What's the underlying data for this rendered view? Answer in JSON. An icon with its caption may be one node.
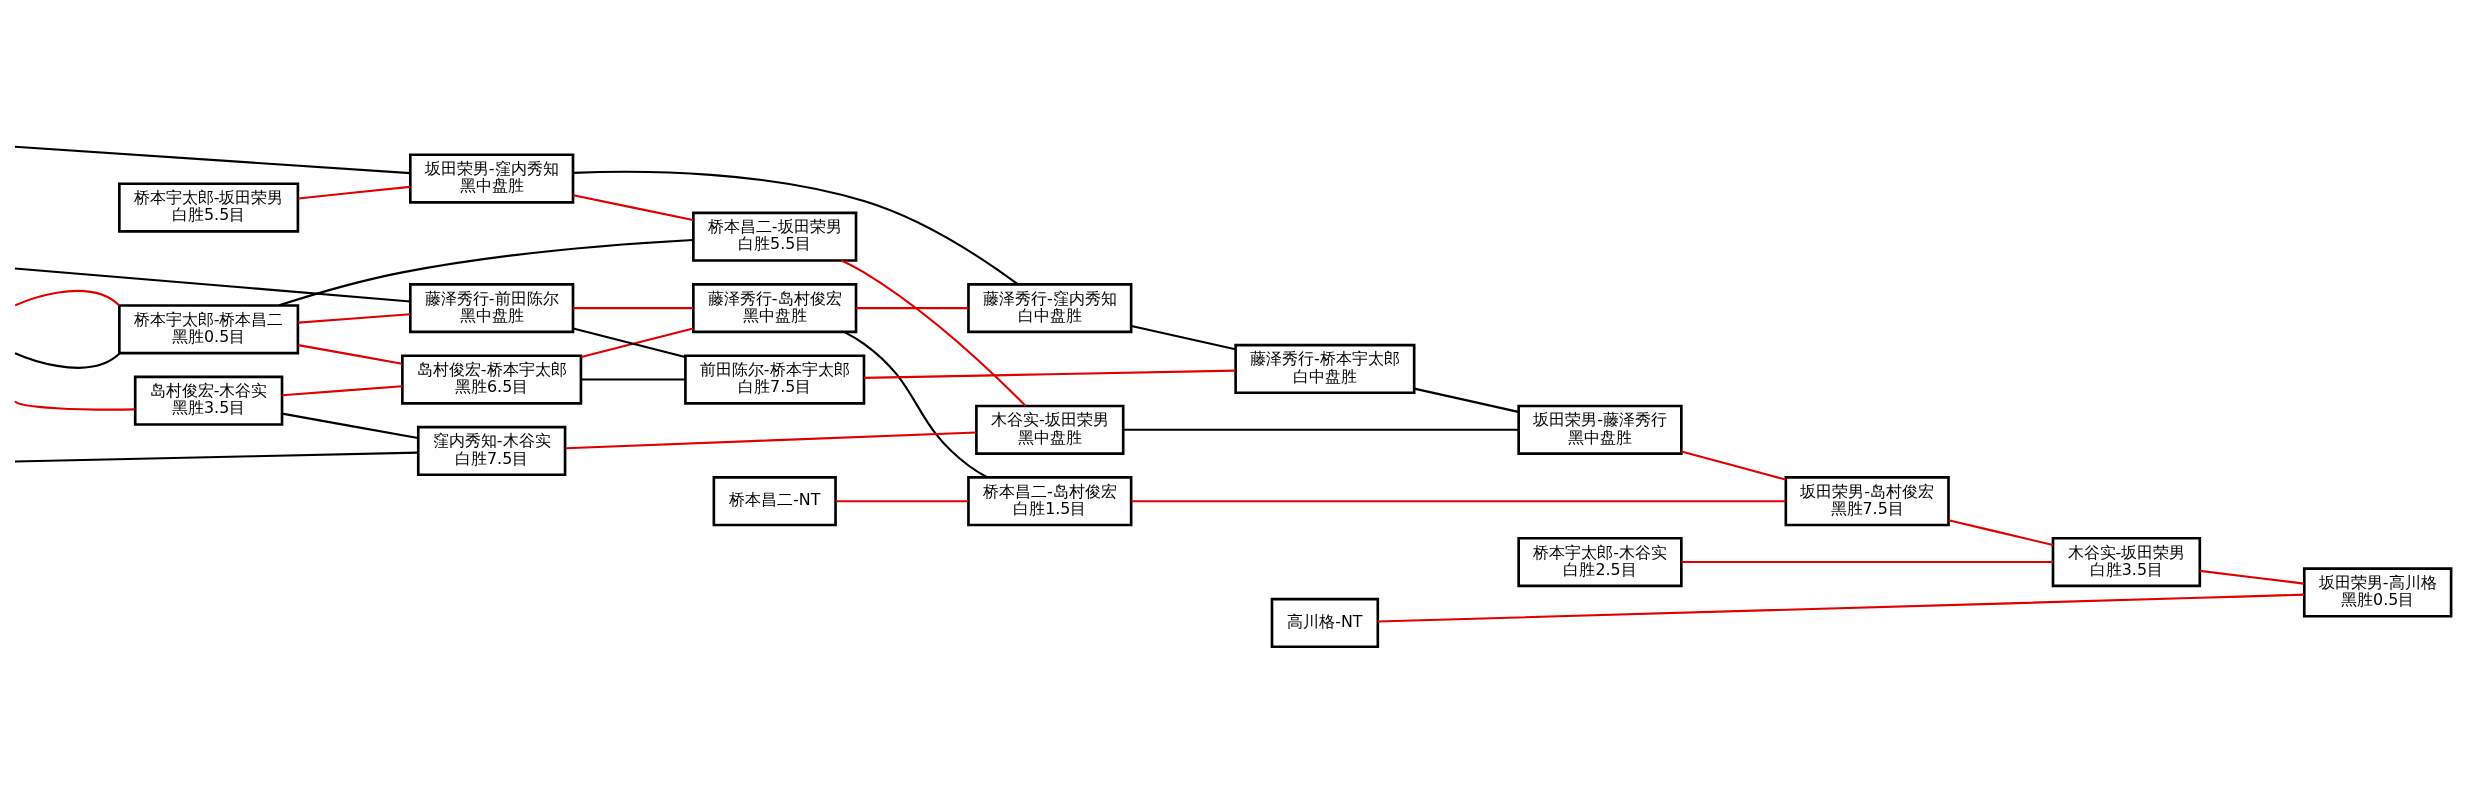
{
  "diagram": {
    "nodes": [
      {
        "text": [
          "岛村俊宏-木谷实",
          "黑胜3.5目"
        ]
      },
      {
        "text": [
          "桥本宇太郎-坂田荣男",
          "白胜5.5目"
        ]
      },
      {
        "text": [
          "桥本宇太郎-桥本昌二",
          "黑胜0.5目"
        ]
      },
      {
        "text": [
          "岛村俊宏-桥本宇太郎",
          "黑胜6.5目"
        ]
      },
      {
        "text": [
          "藤泽秀行-前田陈尔",
          "黑中盘胜"
        ]
      },
      {
        "text": [
          "坂田荣男-窪内秀知",
          "黑中盘胜"
        ]
      },
      {
        "text": [
          "藤泽秀行-岛村俊宏",
          "黑中盘胜"
        ]
      },
      {
        "text": [
          "窪内秀知-木谷实",
          "白胜7.5目"
        ]
      },
      {
        "text": [
          "桥本昌二-坂田荣男",
          "白胜5.5目"
        ]
      },
      {
        "text": [
          "前田陈尔-桥本宇太郎",
          "白胜7.5目"
        ]
      },
      {
        "text": [
          "藤泽秀行-窪内秀知",
          "白中盘胜"
        ]
      },
      {
        "text": [
          "木谷实-坂田荣男",
          "黑中盘胜"
        ]
      },
      {
        "text": [
          "藤泽秀行-桥本宇太郎",
          "白中盘胜"
        ]
      },
      {
        "text": [
          "桥本昌二-NT"
        ]
      },
      {
        "text": [
          "坂田荣男-藤泽秀行",
          "黑中盘胜"
        ]
      },
      {
        "text": [
          "桥本昌二-岛村俊宏",
          "白胜1.5目"
        ]
      },
      {
        "text": [
          "坂田荣男-岛村俊宏",
          "黑胜7.5目"
        ]
      },
      {
        "text": [
          "桥本宇太郎-木谷实",
          "白胜2.5目"
        ]
      },
      {
        "text": [
          "木谷实-坂田荣男",
          "白胜3.5目"
        ]
      },
      {
        "text": [
          "高川格-NT"
        ]
      },
      {
        "text": [
          "坂田荣男-高川格",
          "黑胜0.5目"
        ]
      }
    ],
    "edges": [
      {
        "from": null,
        "to": 0,
        "arrow": "none"
      },
      {
        "from": null,
        "to": 7,
        "arrow": "none",
        "color": "#000000"
      },
      {
        "from": null,
        "to": 5,
        "arrow": "none",
        "color": "#000000"
      },
      {
        "from": null,
        "to": 2,
        "arrow": "none",
        "color": "#000000"
      },
      {
        "from": null,
        "to": 2,
        "arrow": "none"
      },
      {
        "from": null,
        "to": 4,
        "arrow": "none",
        "color": "#000000"
      },
      {
        "from": 0,
        "to": 7,
        "arrow": "none",
        "color": "#000000"
      },
      {
        "from": 0,
        "to": 3,
        "arrow": "none"
      },
      {
        "from": 1,
        "to": 5,
        "arrow": "none"
      },
      {
        "from": 2,
        "to": 8,
        "arrow": "none",
        "color": "#000000"
      },
      {
        "from": 2,
        "to": 3,
        "arrow": "none"
      },
      {
        "from": 2,
        "to": 4,
        "arrow": "none"
      },
      {
        "from": 3,
        "to": 9,
        "arrow": "none",
        "color": "#000000"
      },
      {
        "from": 3,
        "to": 6,
        "arrow": "none"
      },
      {
        "from": 4,
        "to": 9,
        "arrow": "none",
        "color": "#000000"
      },
      {
        "from": 4,
        "to": 6,
        "arrow": "none"
      },
      {
        "from": 5,
        "to": 8,
        "arrow": "none"
      },
      {
        "from": 5,
        "to": 10,
        "arrow": "none",
        "color": "#000000"
      },
      {
        "from": 6,
        "to": 10,
        "arrow": "none"
      },
      {
        "from": 6,
        "to": 15,
        "arrow": "none",
        "color": "#000000"
      },
      {
        "from": 7,
        "to": 11,
        "arrow": "none"
      },
      {
        "from": 8,
        "to": 11,
        "arrow": "none"
      },
      {
        "from": 9,
        "to": 12,
        "arrow": "none"
      },
      {
        "from": 10,
        "to": 12,
        "arrow": "none",
        "color": "#000000"
      },
      {
        "from": 11,
        "to": 14,
        "arrow": "none",
        "color": "#000000"
      },
      {
        "from": 12,
        "to": 14,
        "arrow": "none",
        "color": "#000000"
      },
      {
        "from": 13,
        "to": 15,
        "arrow": "none"
      },
      {
        "from": 14,
        "to": 16,
        "arrow": "none"
      },
      {
        "from": 15,
        "to": 16,
        "arrow": "none"
      },
      {
        "from": 16,
        "to": 18,
        "arrow": "none"
      },
      {
        "from": 17,
        "to": 18,
        "arrow": "none"
      },
      {
        "from": 18,
        "to": 20,
        "arrow": "none"
      },
      {
        "from": 19,
        "to": 20,
        "arrow": "none"
      }
    ]
  }
}
